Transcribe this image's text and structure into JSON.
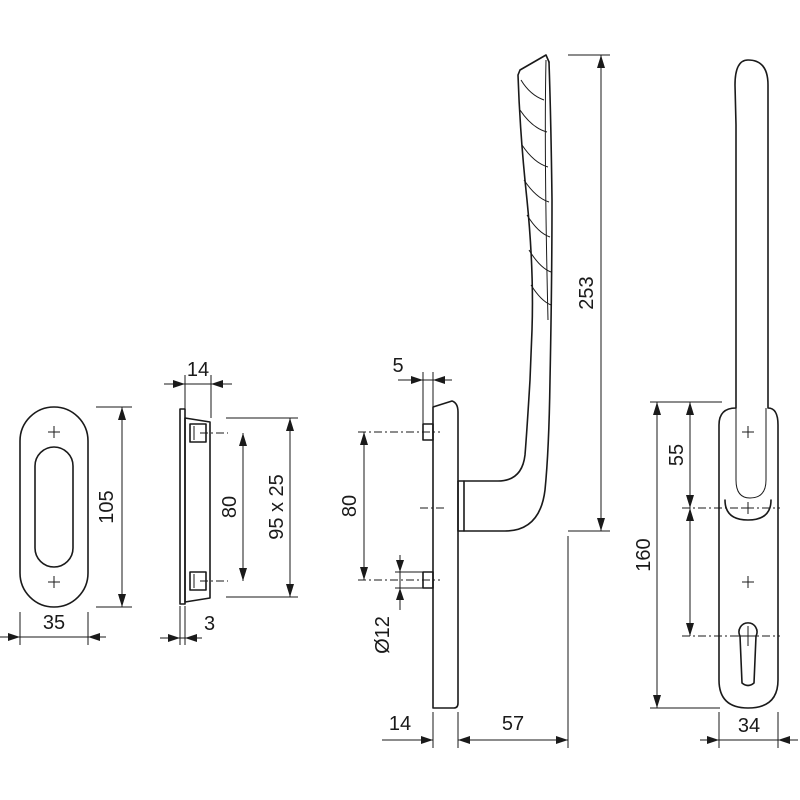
{
  "dimensions": {
    "rosette_height": "105",
    "rosette_width": "35",
    "side_depth": "14",
    "side_hole_spacing": "80",
    "side_recess": "95 x 25",
    "side_plate_thickness": "3",
    "screw_head": "5",
    "handle_hole_spacing": "80",
    "spindle_diameter": "Ø12",
    "handle_height": "253",
    "base_thickness": "14",
    "projection": "57",
    "top_to_spindle": "55",
    "overall_plate_height": "160",
    "plate_width": "34"
  }
}
